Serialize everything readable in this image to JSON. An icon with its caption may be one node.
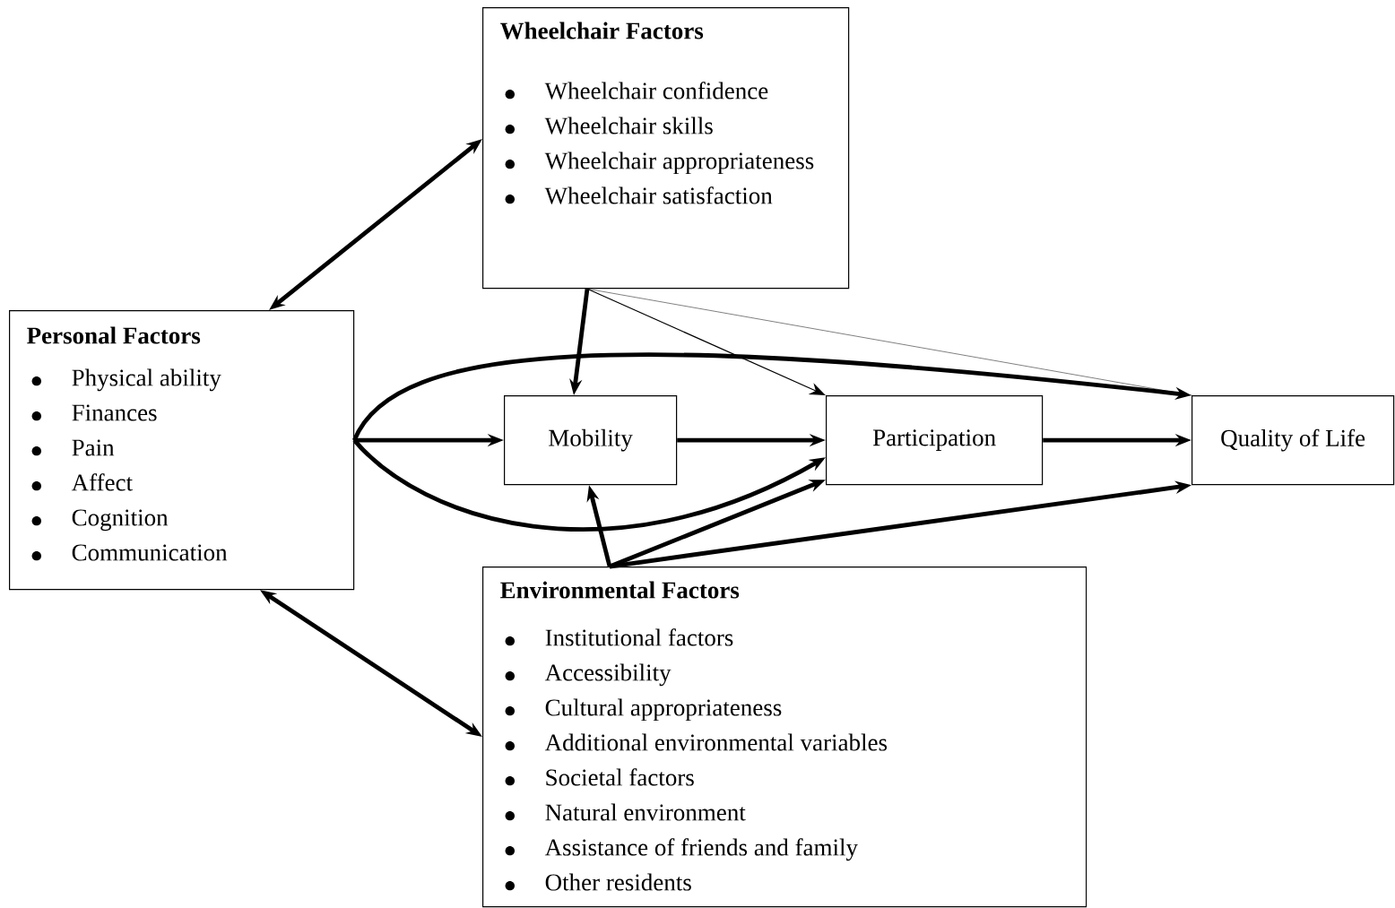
{
  "diagram": {
    "nodes": [
      {
        "text": [
          "Wheelchair Factors",
          "Wheelchair confidence",
          "Wheelchair skills",
          "Wheelchair appropriateness",
          "Wheelchair satisfaction"
        ]
      },
      {
        "text": [
          "Personal Factors",
          "Physical ability",
          "Finances",
          "Pain",
          "Affect",
          "Cognition",
          "Communication"
        ]
      },
      {
        "text": [
          "Mobility"
        ]
      },
      {
        "text": [
          "Participation"
        ]
      },
      {
        "text": [
          "Quality of Life"
        ]
      },
      {
        "text": [
          "Environmental Factors",
          "Institutional factors",
          "Accessibility",
          "Cultural appropriateness",
          "Additional environmental variables",
          "Societal factors",
          "Natural environment",
          "Assistance of friends and family",
          "Other residents"
        ]
      }
    ],
    "edges": [
      {
        "from": 0,
        "to": 1,
        "arrow": "both"
      },
      {
        "from": 1,
        "to": 5,
        "arrow": "both"
      },
      {
        "from": 1,
        "to": 2,
        "arrow": "to"
      },
      {
        "from": 1,
        "to": 3,
        "arrow": "to"
      },
      {
        "from": 1,
        "to": 4,
        "arrow": "to"
      },
      {
        "from": 0,
        "to": 2,
        "arrow": "to"
      },
      {
        "from": 0,
        "to": 3,
        "arrow": "to"
      },
      {
        "from": 0,
        "to": 4,
        "arrow": "none"
      },
      {
        "from": 2,
        "to": 3,
        "arrow": "to"
      },
      {
        "from": 3,
        "to": 4,
        "arrow": "to"
      },
      {
        "from": 5,
        "to": 2,
        "arrow": "to"
      },
      {
        "from": 5,
        "to": 3,
        "arrow": "to"
      },
      {
        "from": 5,
        "to": 4,
        "arrow": "to"
      }
    ]
  }
}
